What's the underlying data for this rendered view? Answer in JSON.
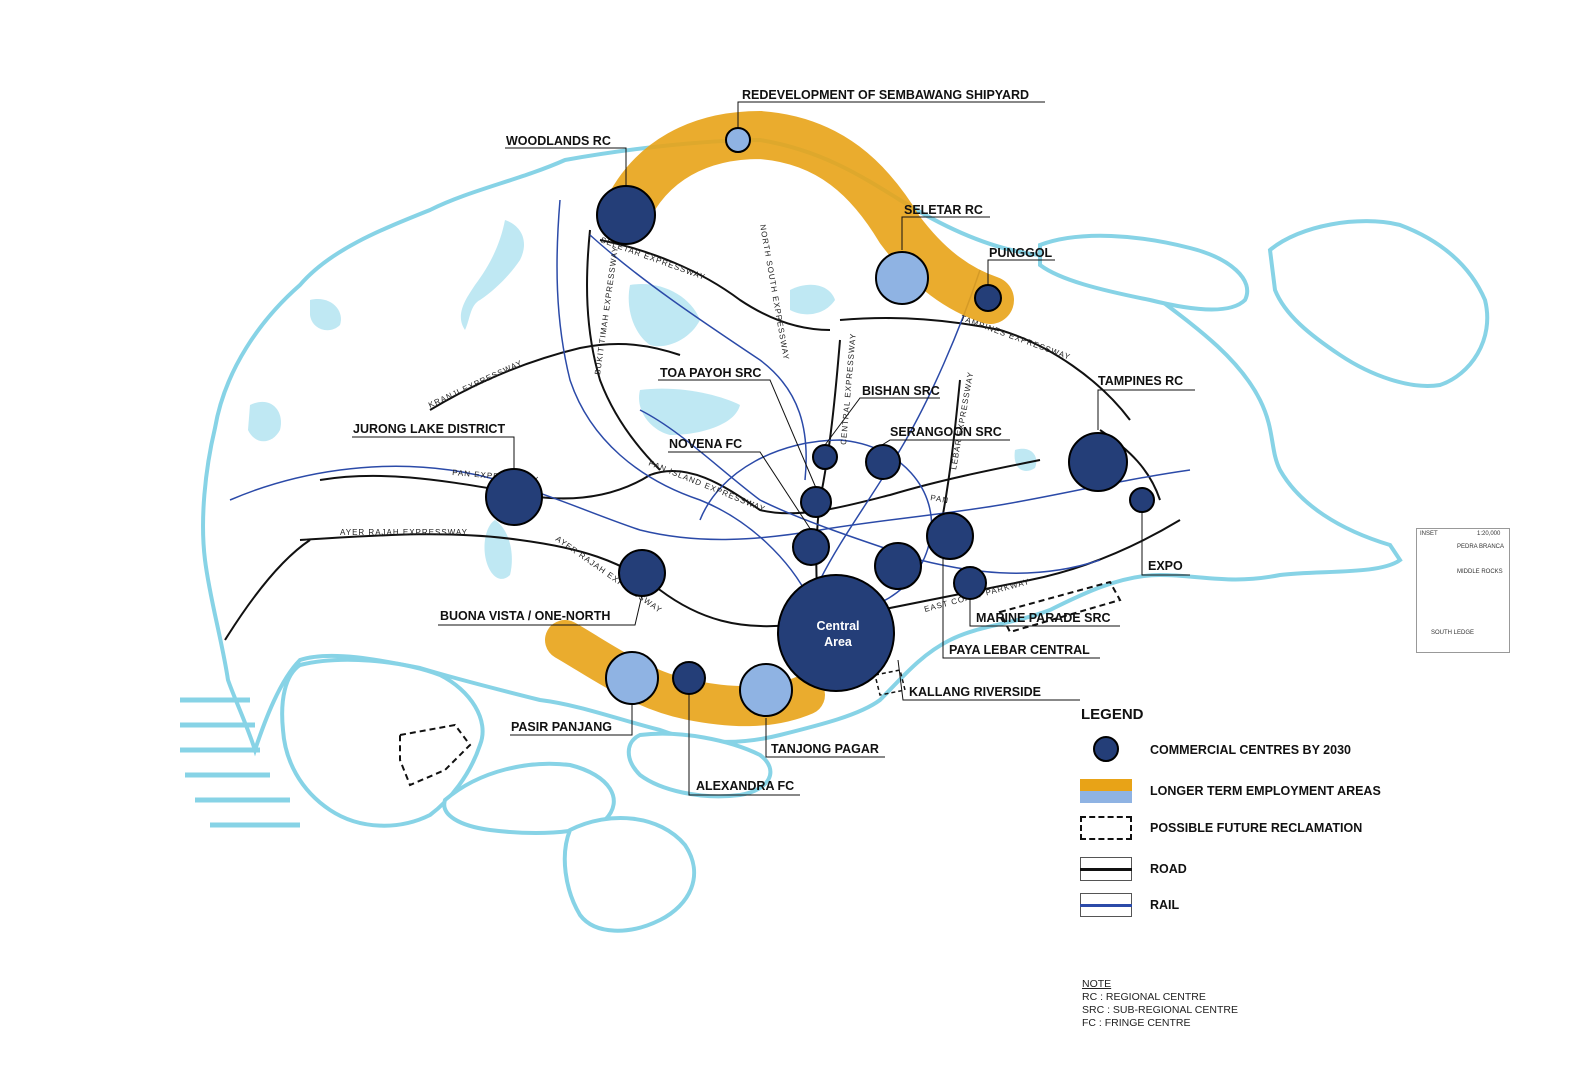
{
  "colors": {
    "sea_outline": "#87d3e6",
    "water": "#bfe8f3",
    "road": "#111111",
    "rail": "#2b4aa8",
    "centre_fill": "#243e78",
    "employment_orange": "#e8a317",
    "employment_blue": "#8fb3e3"
  },
  "labels": {
    "sembawang": "REDEVELOPMENT OF SEMBAWANG SHIPYARD",
    "woodlands": "WOODLANDS RC",
    "seletar": "SELETAR RC",
    "punggol": "PUNGGOL",
    "toa_payoh": "TOA PAYOH SRC",
    "bishan": "BISHAN SRC",
    "tampines": "TAMPINES RC",
    "jurong": "JURONG LAKE DISTRICT",
    "serangoon": "SERANGOON SRC",
    "novena": "NOVENA FC",
    "expo": "EXPO",
    "buona_vista": "BUONA VISTA / ONE-NORTH",
    "marine_parade": "MARINE PARADE SRC",
    "paya_lebar": "PAYA LEBAR CENTRAL",
    "kallang": "KALLANG RIVERSIDE",
    "pasir_panjang": "PASIR  PANJANG",
    "tanjong_pagar": "TANJONG PAGAR",
    "alexandra": "ALEXANDRA FC",
    "central_line1": "Central",
    "central_line2": "Area"
  },
  "road_names": {
    "kranji": "KRANJI  EXPRESSWAY",
    "seletar_exp": "SELETAR  EXPRESSWAY",
    "bukit_timah": "BUKIT  TIMAH  EXPRESSWAY",
    "north_south": "NORTH  SOUTH  EXPRESSWAY",
    "tampines_exp": "TAMPINES  EXPRESSWAY",
    "central_exp": "CENTRAL  EXPRESSWAY",
    "lebar": "LEBAR  EXPRESSWAY",
    "pan_island": "PAN  ISLAND  EXPRESSWAY",
    "pie_west": "PAN  EXPRESSWAY",
    "ayer_rajah": "AYER  RAJAH  EXPRESSWAY",
    "ayer_rajah_2": "AYER  RAJAH  EXPRESSWAY",
    "east_coast": "EAST  COAST  PARKWAY",
    "pie_east": "PAN"
  },
  "legend": {
    "title": "LEGEND",
    "items": [
      {
        "symbol": "commercial-centre",
        "label": "COMMERCIAL CENTRES BY 2030"
      },
      {
        "symbol": "employment-area",
        "label": "LONGER TERM EMPLOYMENT AREAS"
      },
      {
        "symbol": "reclamation",
        "label": "POSSIBLE FUTURE RECLAMATION"
      },
      {
        "symbol": "road",
        "label": "ROAD"
      },
      {
        "symbol": "rail",
        "label": "RAIL"
      }
    ]
  },
  "note": {
    "title": "NOTE",
    "lines": [
      "RC   : REGIONAL CENTRE",
      "SRC : SUB-REGIONAL CENTRE",
      "FC    : FRINGE CENTRE"
    ]
  },
  "inset": {
    "title": "INSET",
    "scale": "1:20,000",
    "item1": "PEDRA BRANCA",
    "item2": "MIDDLE ROCKS",
    "item3": "SOUTH LEDGE"
  }
}
